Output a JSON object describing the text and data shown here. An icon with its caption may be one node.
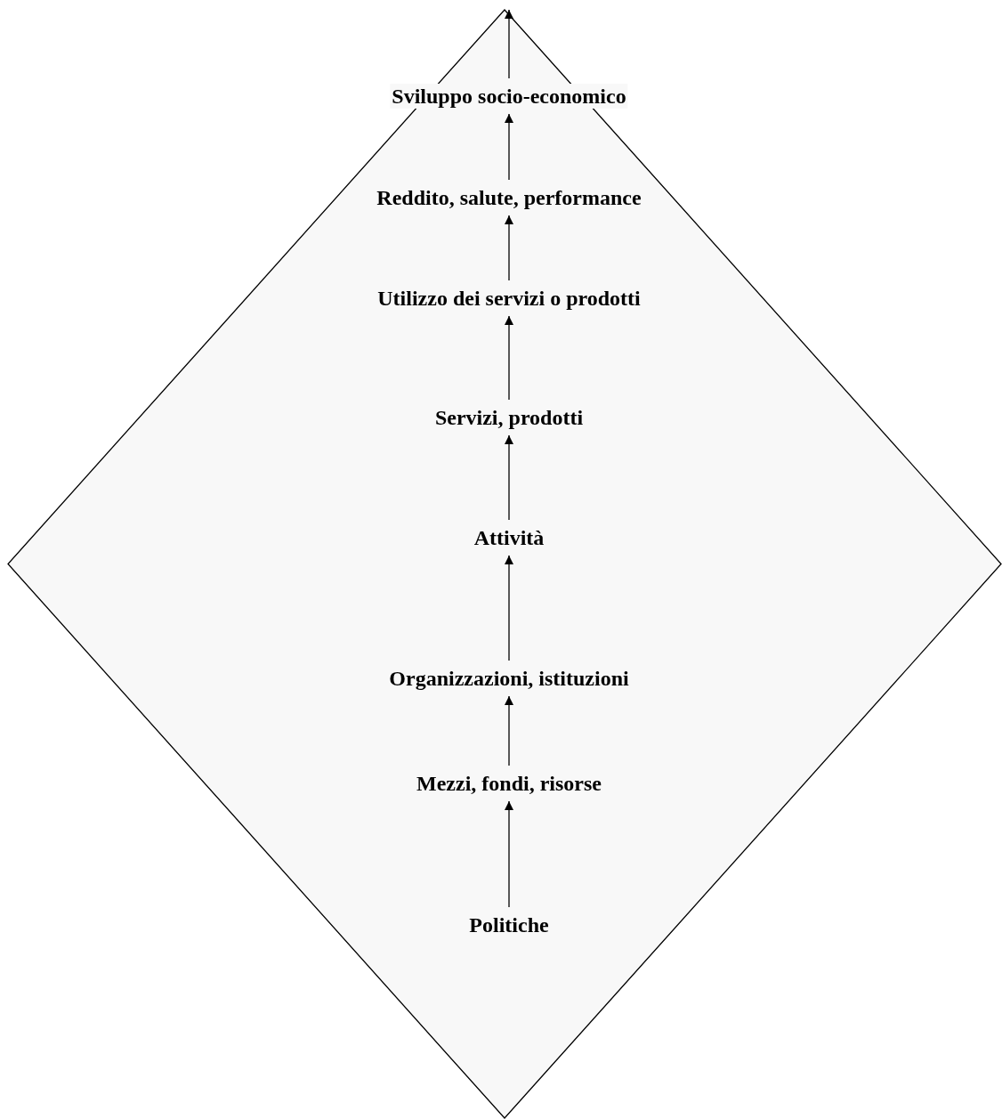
{
  "diagram": {
    "nodes": [
      {
        "text": [],
        "shape": "diamond"
      },
      {
        "text": [
          "Sviluppo socio-economico"
        ],
        "in": 0
      },
      {
        "text": [
          "Reddito, salute, performance"
        ],
        "in": 0
      },
      {
        "text": [
          "Utilizzo dei servizi o prodotti"
        ],
        "in": 0
      },
      {
        "text": [
          "Servizi, prodotti"
        ],
        "in": 0
      },
      {
        "text": [
          "Attività"
        ],
        "in": 0
      },
      {
        "text": [
          "Organizzazioni, istituzioni"
        ],
        "in": 0
      },
      {
        "text": [
          "Mezzi, fondi, risorse"
        ],
        "in": 0
      },
      {
        "text": [
          "Politiche"
        ],
        "in": 0
      }
    ],
    "edges": [
      {
        "from": 8,
        "to": 7,
        "arrow": "to"
      },
      {
        "from": 7,
        "to": 6,
        "arrow": "to"
      },
      {
        "from": 6,
        "to": 5,
        "arrow": "to"
      },
      {
        "from": 5,
        "to": 4,
        "arrow": "to"
      },
      {
        "from": 4,
        "to": 3,
        "arrow": "to"
      },
      {
        "from": 3,
        "to": 2,
        "arrow": "to"
      },
      {
        "from": 2,
        "to": 1,
        "arrow": "to"
      },
      {
        "from": 1,
        "to": 0,
        "arrow": "to"
      }
    ]
  }
}
